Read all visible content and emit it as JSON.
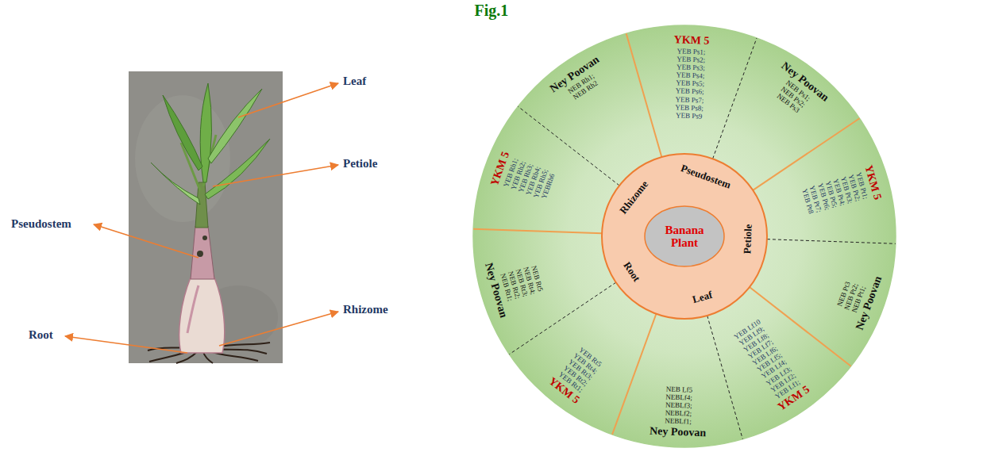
{
  "diagram": {
    "title": "Fig.1",
    "nodes": [
      {
        "text": [
          "Banana Plant"
        ]
      },
      {
        "text": [
          "Pseudostem"
        ]
      },
      {
        "text": [
          "Petiole"
        ]
      },
      {
        "text": [
          "Leaf"
        ]
      },
      {
        "text": [
          "Root"
        ]
      },
      {
        "text": [
          "Rhizome"
        ]
      },
      {
        "text": [
          "YKM 5",
          "YEB Ps1;",
          "YEB Ps2;",
          "YEB Ps3;",
          "YEB Ps4;",
          "YEB Ps5;",
          "YEB Ps6;",
          "YEB Ps7;",
          "YEB Ps8;",
          "YEB Ps9"
        ]
      },
      {
        "text": [
          "Ney Poovan",
          "NEB Ps1;",
          "NEB Ps2;",
          "NEB Ps3"
        ]
      },
      {
        "text": [
          "YKM 5",
          "YEB Pt1;",
          "YEB Pt2;",
          "YEB Pt3;",
          "YEB Pt4;",
          "YEB Pt5;",
          "YEB Pt6;",
          "YEB Pt7;",
          "YEB Pt8"
        ]
      },
      {
        "text": [
          "Ney Poovan",
          "NEB Pt1;",
          "NEB Pt2;",
          "NEB Pt3"
        ]
      },
      {
        "text": [
          "YKM 5",
          "YEB Lf1;",
          "YEB Lf2;",
          "YEB Lf3;",
          "YEB Lf4;",
          "YEB Lf5;",
          "YEB Lf6;",
          "YEB Lf7;",
          "YEB Lf8;",
          "YEB Lf9;",
          "YEB Lf10"
        ]
      },
      {
        "text": [
          "Ney Poovan",
          "NEBLf1;",
          "NEBLf2;",
          "NEBLf3;",
          "NEBLf4;",
          "NEB Lf5"
        ]
      },
      {
        "text": [
          "YKM 5",
          "YEB Rt1;",
          "YEB Rt2;",
          "YEB Rt3;",
          "YEB Rt4;",
          "YEB Rt5"
        ]
      },
      {
        "text": [
          "Ney Poovan",
          "NEB Rt1;",
          "NEB Rt2;",
          "NEB Rt3;",
          "NEB Rt4;",
          "NEB Rt5"
        ]
      },
      {
        "text": [
          "YKM 5",
          "YEB Rh1;",
          "YEB Rh2;",
          "YEB Rh3;",
          "YEB Rh4;",
          "YEB Rh5;",
          "YEBRh6"
        ]
      },
      {
        "text": [
          "Ney Poovan",
          "NEB Rh1;",
          "NEB Rh2"
        ]
      }
    ],
    "labels": [
      "Leaf",
      "Petiole",
      "Pseudostem",
      "Rhizome",
      "Root"
    ]
  }
}
